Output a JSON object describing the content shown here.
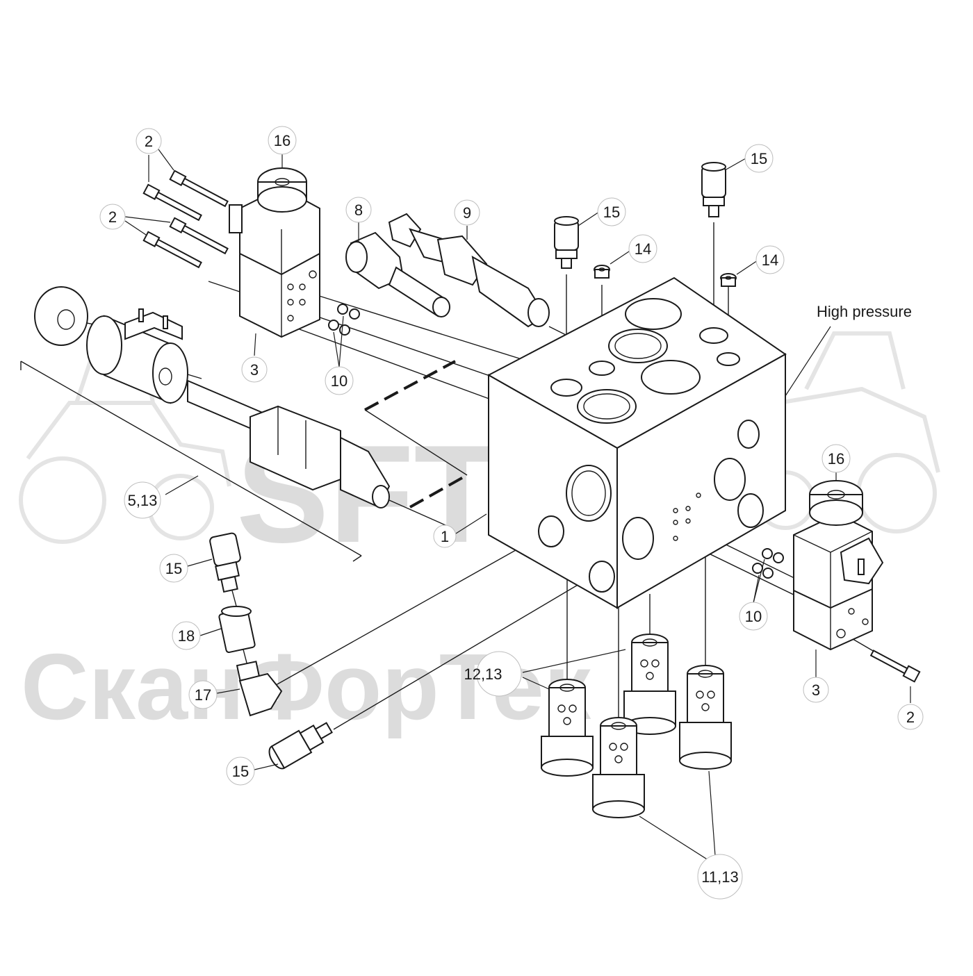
{
  "watermark": {
    "logo_text": "SFT",
    "company_text": "СканФорТек"
  },
  "labels": {
    "high_pressure": "High pressure",
    "c_2_a": "2",
    "c_2_b": "2",
    "c_2_c": "2",
    "c_3_a": "3",
    "c_3_b": "3",
    "c_10_a": "10",
    "c_10_b": "10",
    "c_16_a": "16",
    "c_16_b": "16",
    "c_8": "8",
    "c_9": "9",
    "c_15_a": "15",
    "c_15_b": "15",
    "c_15_c": "15",
    "c_15_d": "15",
    "c_14_a": "14",
    "c_14_b": "14",
    "c_5_13": "5,13",
    "c_1": "1",
    "c_18": "18",
    "c_17": "17",
    "c_12_13": "12,13",
    "c_11_13": "11,13"
  }
}
